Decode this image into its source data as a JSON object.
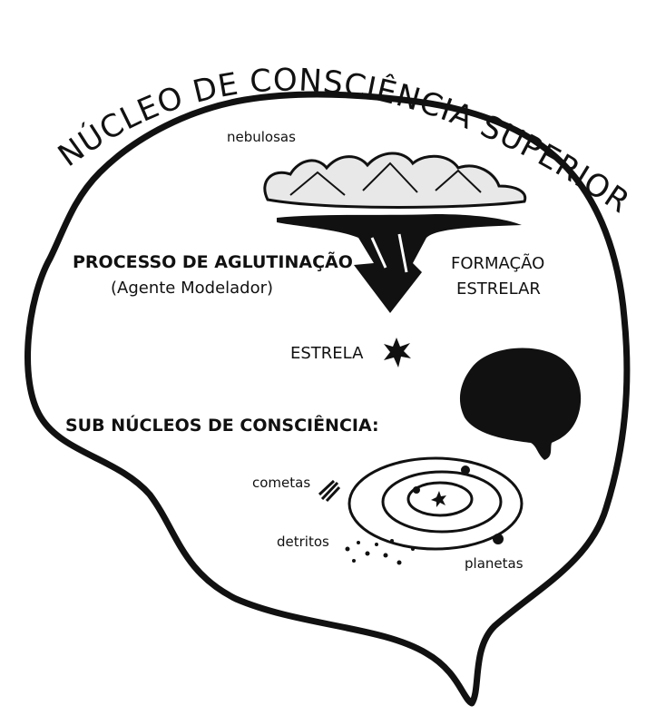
{
  "title": "NÚCLEO DE CONSCIÊNCIA SUPERIOR",
  "labels": {
    "nebulosas": "nebulosas",
    "processo": "PROCESSO DE AGLUTINAÇÃO",
    "agente": "(Agente Modelador)",
    "formacao_1": "FORMAÇÃO",
    "formacao_2": "ESTRELAR",
    "estrela": "ESTRELA",
    "sub_nucleos": "SUB NÚCLEOS DE CONSCIÊNCIA:",
    "cometas": "cometas",
    "detritos": "detritos",
    "planetas": "planetas"
  },
  "colors": {
    "ink": "#111111",
    "background": "#ffffff",
    "cloud_fill": "#e8e8e8"
  }
}
